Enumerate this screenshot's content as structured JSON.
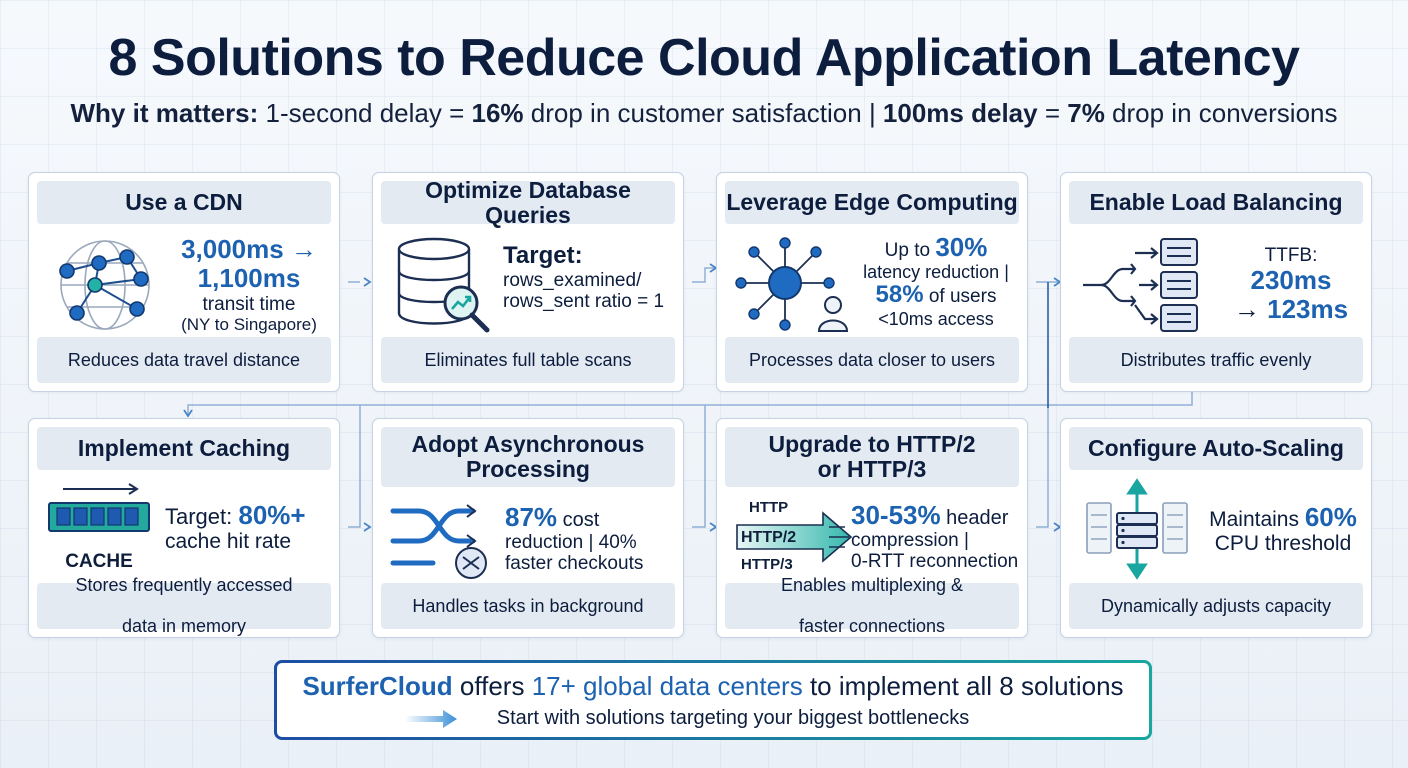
{
  "header": {
    "title": "8 Solutions to Reduce Cloud Application Latency",
    "subtitle": {
      "lead": "Why it matters:",
      "part1": " 1-second delay = ",
      "stat1": "16%",
      "part2": " drop in customer satisfaction | ",
      "stat2a": "100ms delay",
      "part3": " = ",
      "stat2b": "7%",
      "part4": " drop in conversions"
    }
  },
  "cards": {
    "cdn": {
      "title": "Use a CDN",
      "stat_from": "3,000ms →",
      "stat_to": "1,100ms",
      "line1": "transit time",
      "line2": "(NY to Singapore)",
      "footer": "Reduces data travel distance",
      "icon": "globe-network-icon"
    },
    "db": {
      "title": "Optimize Database Queries",
      "target_label": "Target:",
      "line1": "rows_examined/",
      "line2": "rows_sent ratio = 1",
      "footer": "Eliminates full table scans",
      "icon": "database-search-icon"
    },
    "edge": {
      "title": "Leverage Edge Computing",
      "pre1": "Up to ",
      "stat1": "30%",
      "line2": "latency reduction |",
      "stat2": "58%",
      "post2": " of users",
      "line4": "<10ms access",
      "footer": "Processes data closer to users",
      "icon": "edge-hub-icon"
    },
    "lb": {
      "title": "Enable Load Balancing",
      "label": "TTFB:",
      "stat1": "230ms",
      "arrow": "→ ",
      "stat2": "123ms",
      "footer": "Distributes traffic evenly",
      "icon": "load-balancer-icon"
    },
    "cache": {
      "title": "Implement Caching",
      "pre": "Target: ",
      "stat": "80%+",
      "line2": "cache hit rate",
      "icon_label": "CACHE",
      "footer_line1": "Stores frequently accessed",
      "footer_line2": "data in memory",
      "icon": "memory-chip-icon"
    },
    "async": {
      "title_line1": "Adopt Asynchronous",
      "title_line2": "Processing",
      "stat1": "87%",
      "post1": " cost",
      "line2": "reduction | 40%",
      "line3": "faster checkouts",
      "footer": "Handles tasks in background",
      "icon": "async-arrows-icon"
    },
    "http": {
      "title_line1": "Upgrade to HTTP/2",
      "title_line2": "or HTTP/3",
      "stat1": "30-53%",
      "post1": " header",
      "line2": "compression |",
      "line3": "0-RTT reconnection",
      "proto1": "HTTP",
      "proto2": "HTTP/2",
      "proto3": "HTTP/3",
      "footer_line1": "Enables multiplexing &",
      "footer_line2": "faster connections",
      "icon": "protocol-upgrade-icon"
    },
    "autoscale": {
      "title": "Configure Auto-Scaling",
      "pre": "Maintains ",
      "stat": "60%",
      "line2": "CPU threshold",
      "footer": "Dynamically adjusts capacity",
      "icon": "autoscale-servers-icon"
    }
  },
  "cta": {
    "brand": "SurferCloud",
    "mid1": " offers ",
    "highlight": "17+ global data centers",
    "mid2": " to implement all 8 solutions",
    "line2": "Start with solutions targeting your biggest bottlenecks"
  },
  "colors": {
    "accent_blue": "#1c62b0",
    "teal": "#1aa6a0",
    "navy": "#0c1d3d",
    "panel": "#e4eaf2"
  }
}
